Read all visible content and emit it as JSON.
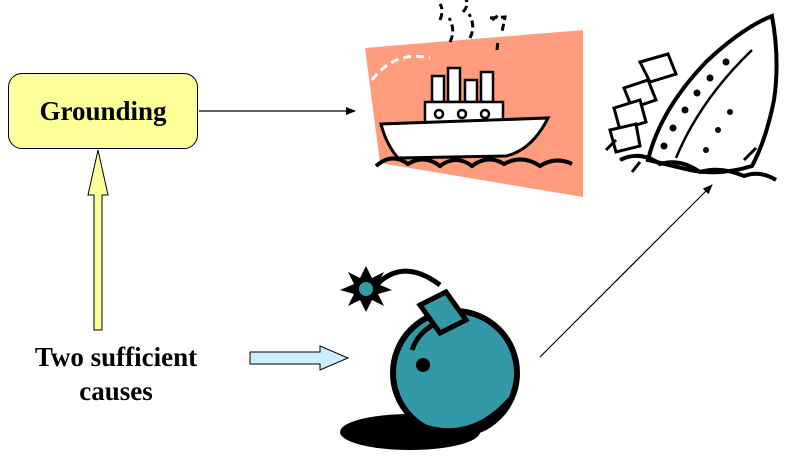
{
  "diagram": {
    "grounding_label": "Grounding",
    "causes_line1": "Two sufficient",
    "causes_line2": "causes"
  },
  "colors": {
    "box_fill": "#ffff99",
    "vertical_arrow_fill": "#ffff99",
    "horizontal_arrow_fill": "#ccecff",
    "ship_backdrop": "#ff9c7e",
    "bomb_body": "#3399a6",
    "ink": "#000000"
  },
  "icons": {
    "ship": "steamship-icon",
    "sinking_ship": "sinking-ship-icon",
    "bomb": "bomb-icon"
  }
}
